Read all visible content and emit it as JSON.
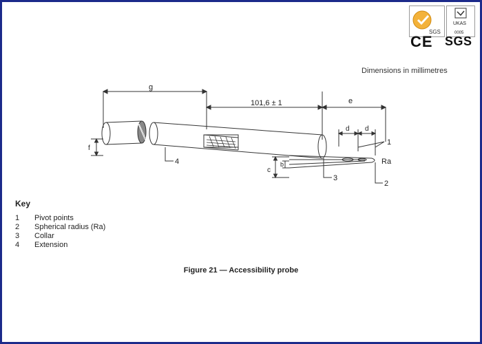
{
  "logos": {
    "seal_text": "SGS",
    "ukas_text": "UKAS",
    "ukas_number": "0005",
    "ce_mark": "CE",
    "sgs_mark": "SGS"
  },
  "dimensions_note": "Dimensions in millimetres",
  "diagram_labels": {
    "g": "g",
    "length": "101,6 ± 1",
    "e": "e",
    "d1": "d",
    "d2": "d",
    "f": "f",
    "c": "c",
    "b": "b",
    "ra": "Ra",
    "callout_1": "1",
    "callout_2": "2",
    "callout_3": "3",
    "callout_4": "4"
  },
  "key": {
    "title": "Key",
    "items": [
      {
        "num": "1",
        "label": "Pivot points"
      },
      {
        "num": "2",
        "label": "Spherical radius (Ra)"
      },
      {
        "num": "3",
        "label": "Collar"
      },
      {
        "num": "4",
        "label": "Extension"
      }
    ]
  },
  "caption": "Figure 21 — Accessibility probe",
  "colors": {
    "border": "#1c2a8a",
    "line": "#333333",
    "seal_orange": "#f0a030"
  }
}
